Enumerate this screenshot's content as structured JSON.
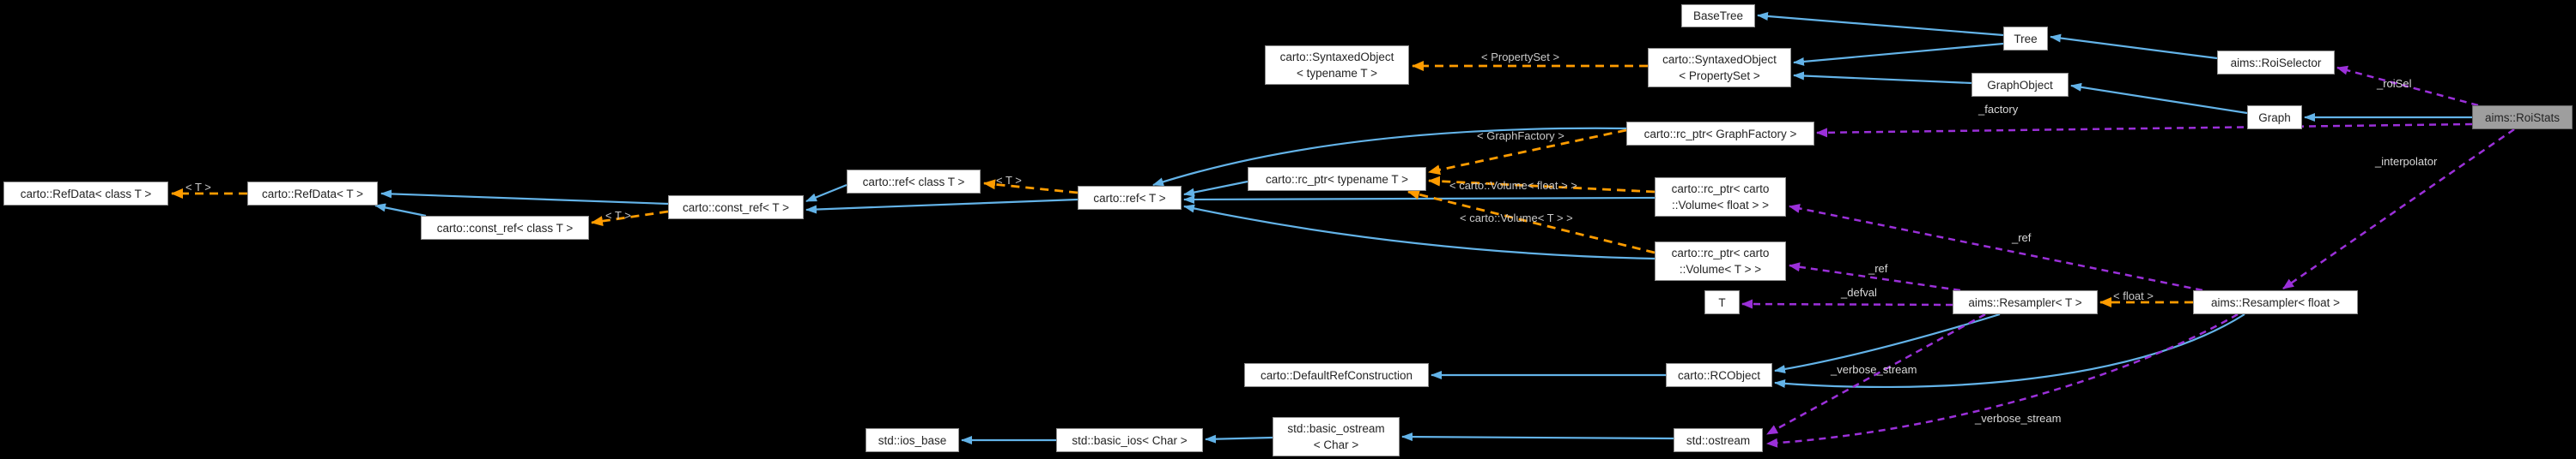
{
  "diagram_type": "doxygen-collaboration-graph",
  "colors": {
    "background": "#000000",
    "node_fill": "#ffffff",
    "node_border": "#8f8f8f",
    "highlight_node_fill": "#9e9e9e",
    "inheritance_arrow_blue": "#63b3e8",
    "template_arrow_orange": "#ff9c00",
    "member_arrow_purple": "#9b30d9",
    "edge_label_text": "#c9c9c9"
  },
  "nodes": {
    "refdata_class": {
      "label": "carto::RefData< class T >"
    },
    "refdata_t": {
      "label": "carto::RefData< T >"
    },
    "const_ref_class": {
      "label": "carto::const_ref< class T >"
    },
    "const_ref_t": {
      "label": "carto::const_ref< T >"
    },
    "ref_class": {
      "label": "carto::ref< class T >"
    },
    "ref_t": {
      "label": "carto::ref< T >"
    },
    "rc_ptr_t": {
      "label": "carto::rc_ptr< typename T >"
    },
    "syntaxed_t": {
      "lines": [
        "carto::SyntaxedObject",
        "< typename T >"
      ]
    },
    "syntaxed_ps": {
      "lines": [
        "carto::SyntaxedObject",
        "< PropertySet >"
      ]
    },
    "basetree": {
      "label": "BaseTree"
    },
    "rc_ptr_gf": {
      "label": "carto::rc_ptr< GraphFactory >"
    },
    "rc_ptr_vf": {
      "lines": [
        "carto::rc_ptr< carto",
        "::Volume< float > >"
      ]
    },
    "rc_ptr_vt": {
      "lines": [
        "carto::rc_ptr< carto",
        "::Volume< T > >"
      ]
    },
    "tree": {
      "label": "Tree"
    },
    "graphobject": {
      "label": "GraphObject"
    },
    "roiselector": {
      "label": "aims::RoiSelector"
    },
    "graph": {
      "label": "Graph"
    },
    "roistats": {
      "label": "aims::RoiStats"
    },
    "t_node": {
      "label": "T"
    },
    "resampler_t": {
      "label": "aims::Resampler< T >"
    },
    "resampler_f": {
      "label": "aims::Resampler< float >"
    },
    "defaultref": {
      "label": "carto::DefaultRefConstruction"
    },
    "rcobject": {
      "label": "carto::RCObject"
    },
    "ios_base": {
      "label": "std::ios_base"
    },
    "basic_ios": {
      "label": "std::basic_ios< Char >"
    },
    "basic_ostream": {
      "lines": [
        "std::basic_ostream",
        "< Char >"
      ]
    },
    "ostream": {
      "label": "std::ostream"
    }
  },
  "edge_labels": {
    "t_refdata": "< T >",
    "t_const_ref": "< T >",
    "t_ref": "< T >",
    "propertyset": "< PropertySet >",
    "graphfactory": "< GraphFactory >",
    "volume_float": "< carto::Volume< float > >",
    "volume_t": "< carto::Volume< T > >",
    "float_inst": "< float >",
    "roisel": "_roiSel",
    "factory": "_factory",
    "interpolator": "_interpolator",
    "ref_float": "_ref",
    "ref_t": "_ref",
    "defval": "_defval",
    "verbose_t": "_verbose_stream",
    "verbose_float": "_verbose_stream"
  }
}
